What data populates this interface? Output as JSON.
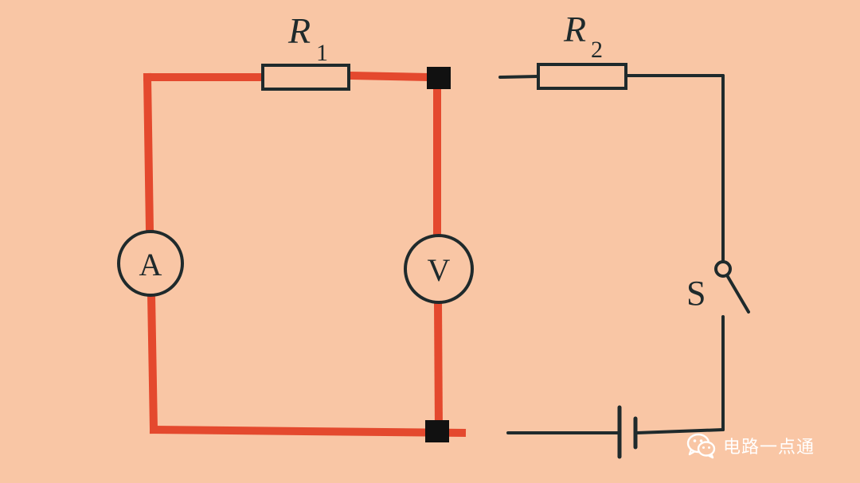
{
  "diagram": {
    "resistor_1": {
      "label": "R",
      "subscript": "1"
    },
    "resistor_2": {
      "label": "R",
      "subscript": "2"
    },
    "ammeter": {
      "symbol": "A"
    },
    "voltmeter": {
      "symbol": "V"
    },
    "switch": {
      "label": "S"
    }
  },
  "colors": {
    "background": "#f9c6a5",
    "red_wire": "#e4492e",
    "black_wire": "#1f2a2c",
    "watermark_text": "#ffffff"
  },
  "watermark": {
    "icon": "wechat-icon",
    "text": "电路一点通"
  }
}
